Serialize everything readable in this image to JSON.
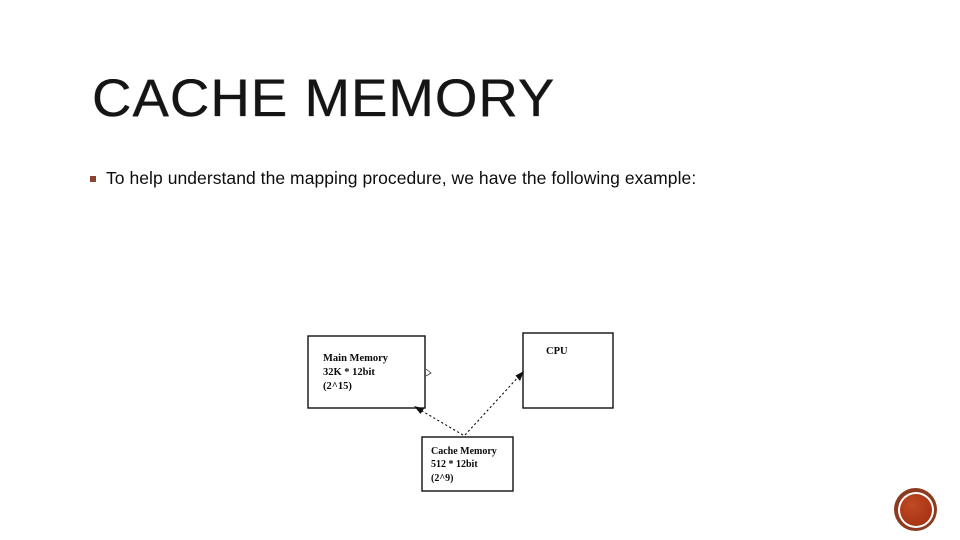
{
  "slide": {
    "title": "CACHE MEMORY",
    "background_color": "#ffffff",
    "title_color": "#151515"
  },
  "body": {
    "bullets": [
      {
        "marker": "square-bullet",
        "marker_color": "#8a4330",
        "text": "To help understand the mapping procedure, we have the following example:"
      }
    ]
  },
  "diagram": {
    "type": "block-diagram",
    "style": "scanned-image",
    "boxes": [
      {
        "id": "main-memory",
        "lines": [
          "Main Memory",
          "32K * 12bit",
          "(2^15)"
        ]
      },
      {
        "id": "cpu",
        "lines": [
          "CPU"
        ]
      },
      {
        "id": "cache-memory",
        "lines": [
          "Cache Memory",
          "512 * 12bit",
          "(2^9)"
        ]
      }
    ],
    "connections": [
      {
        "id": "cache-to-main",
        "from": "cache-memory",
        "to": "main-memory",
        "style": "dotted-arrow"
      },
      {
        "id": "cache-to-cpu",
        "from": "cache-memory",
        "to": "cpu",
        "style": "dotted-arrow"
      }
    ]
  },
  "decoration": {
    "corner_badge": {
      "name": "circle-badge",
      "ring_color": "#8d3b20",
      "fill_color": "#ae3a19"
    }
  }
}
